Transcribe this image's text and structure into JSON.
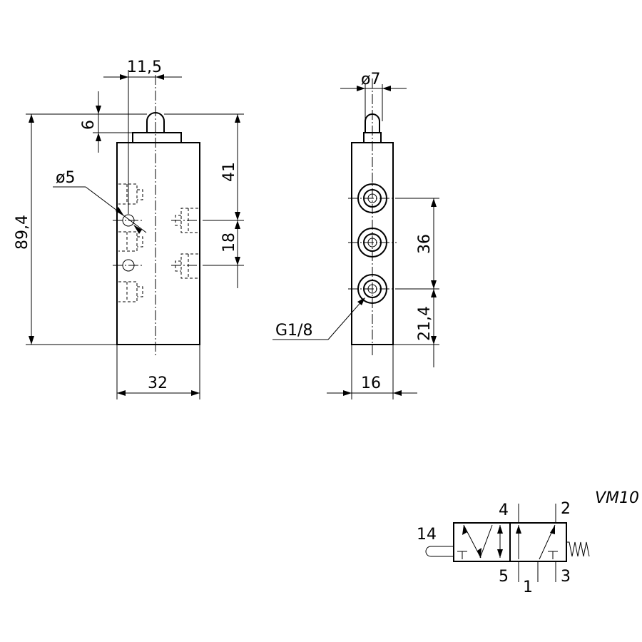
{
  "front_view": {
    "dim_pin_offset": "11,5",
    "dim_pin_height": "6",
    "dim_hole_diameter": "ø5",
    "dim_total_height": "89,4",
    "dim_width": "32",
    "dim_top_to_port": "41",
    "dim_port_spacing": "18"
  },
  "side_view": {
    "dim_pin_diameter": "ø7",
    "dim_thread": "G1/8",
    "dim_port_pitch": "36",
    "dim_bottom_port": "21,4",
    "dim_depth": "16"
  },
  "symbol": {
    "model": "VM10",
    "port_14": "14",
    "port_4": "4",
    "port_2": "2",
    "port_5": "5",
    "port_1": "1",
    "port_3": "3"
  }
}
